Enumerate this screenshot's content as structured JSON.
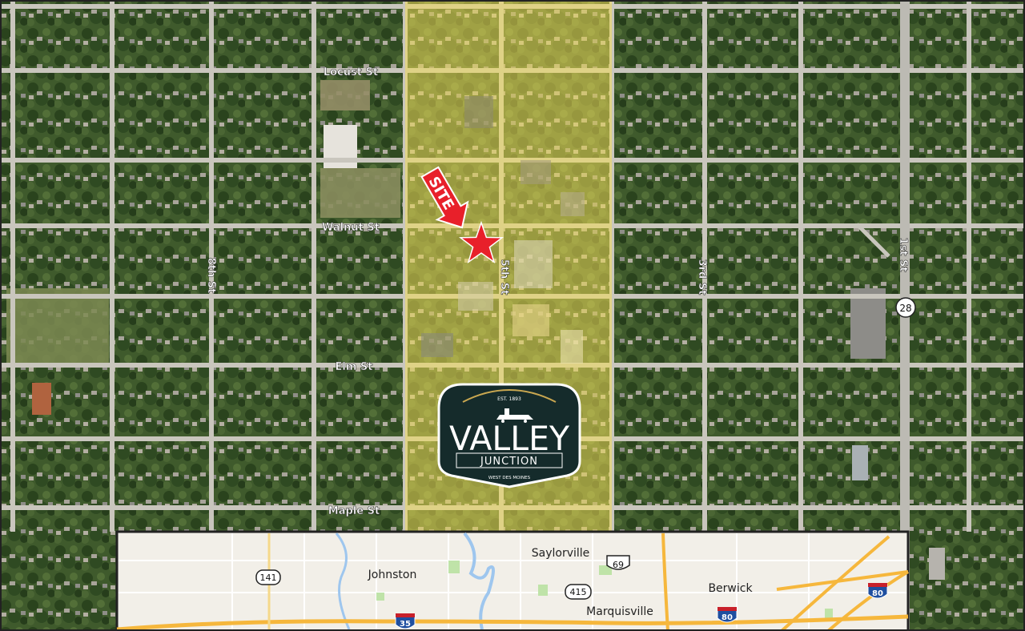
{
  "aerial": {
    "streets_horizontal": [
      {
        "id": "locust",
        "label": "Locust St"
      },
      {
        "id": "walnut",
        "label": "Walnut St"
      },
      {
        "id": "elm",
        "label": "Elm St"
      },
      {
        "id": "maple",
        "label": "Maple St"
      }
    ],
    "streets_vertical": [
      {
        "id": "8th",
        "label": "8th St"
      },
      {
        "id": "5th",
        "label": "5th St"
      },
      {
        "id": "3rd",
        "label": "3rd St"
      },
      {
        "id": "1st",
        "label": "1st St"
      }
    ],
    "highway_shield": "28",
    "site_label": "SITE",
    "district_color": "#f0dc5a"
  },
  "logo": {
    "est": "EST. 1893",
    "name": "VALLEY",
    "sub": "JUNCTION",
    "city": "WEST DES MOINES",
    "color_dark": "#152b2b",
    "color_gold": "#c9a750"
  },
  "inset": {
    "places": [
      {
        "id": "saylorville",
        "label": "Saylorville"
      },
      {
        "id": "johnston",
        "label": "Johnston"
      },
      {
        "id": "berwick",
        "label": "Berwick"
      },
      {
        "id": "marquisville",
        "label": "Marquisville"
      }
    ],
    "shields": [
      {
        "id": "us69",
        "label": "69",
        "type": "us"
      },
      {
        "id": "r141",
        "label": "141",
        "type": "state"
      },
      {
        "id": "r415",
        "label": "415",
        "type": "state"
      },
      {
        "id": "i35",
        "label": "35",
        "type": "interstate"
      },
      {
        "id": "i80a",
        "label": "80",
        "type": "interstate"
      },
      {
        "id": "i80b",
        "label": "80",
        "type": "interstate"
      }
    ]
  },
  "colors": {
    "site_red": "#e8202a",
    "interstate_blue": "#1f4fa0",
    "interstate_red": "#c8202a"
  }
}
